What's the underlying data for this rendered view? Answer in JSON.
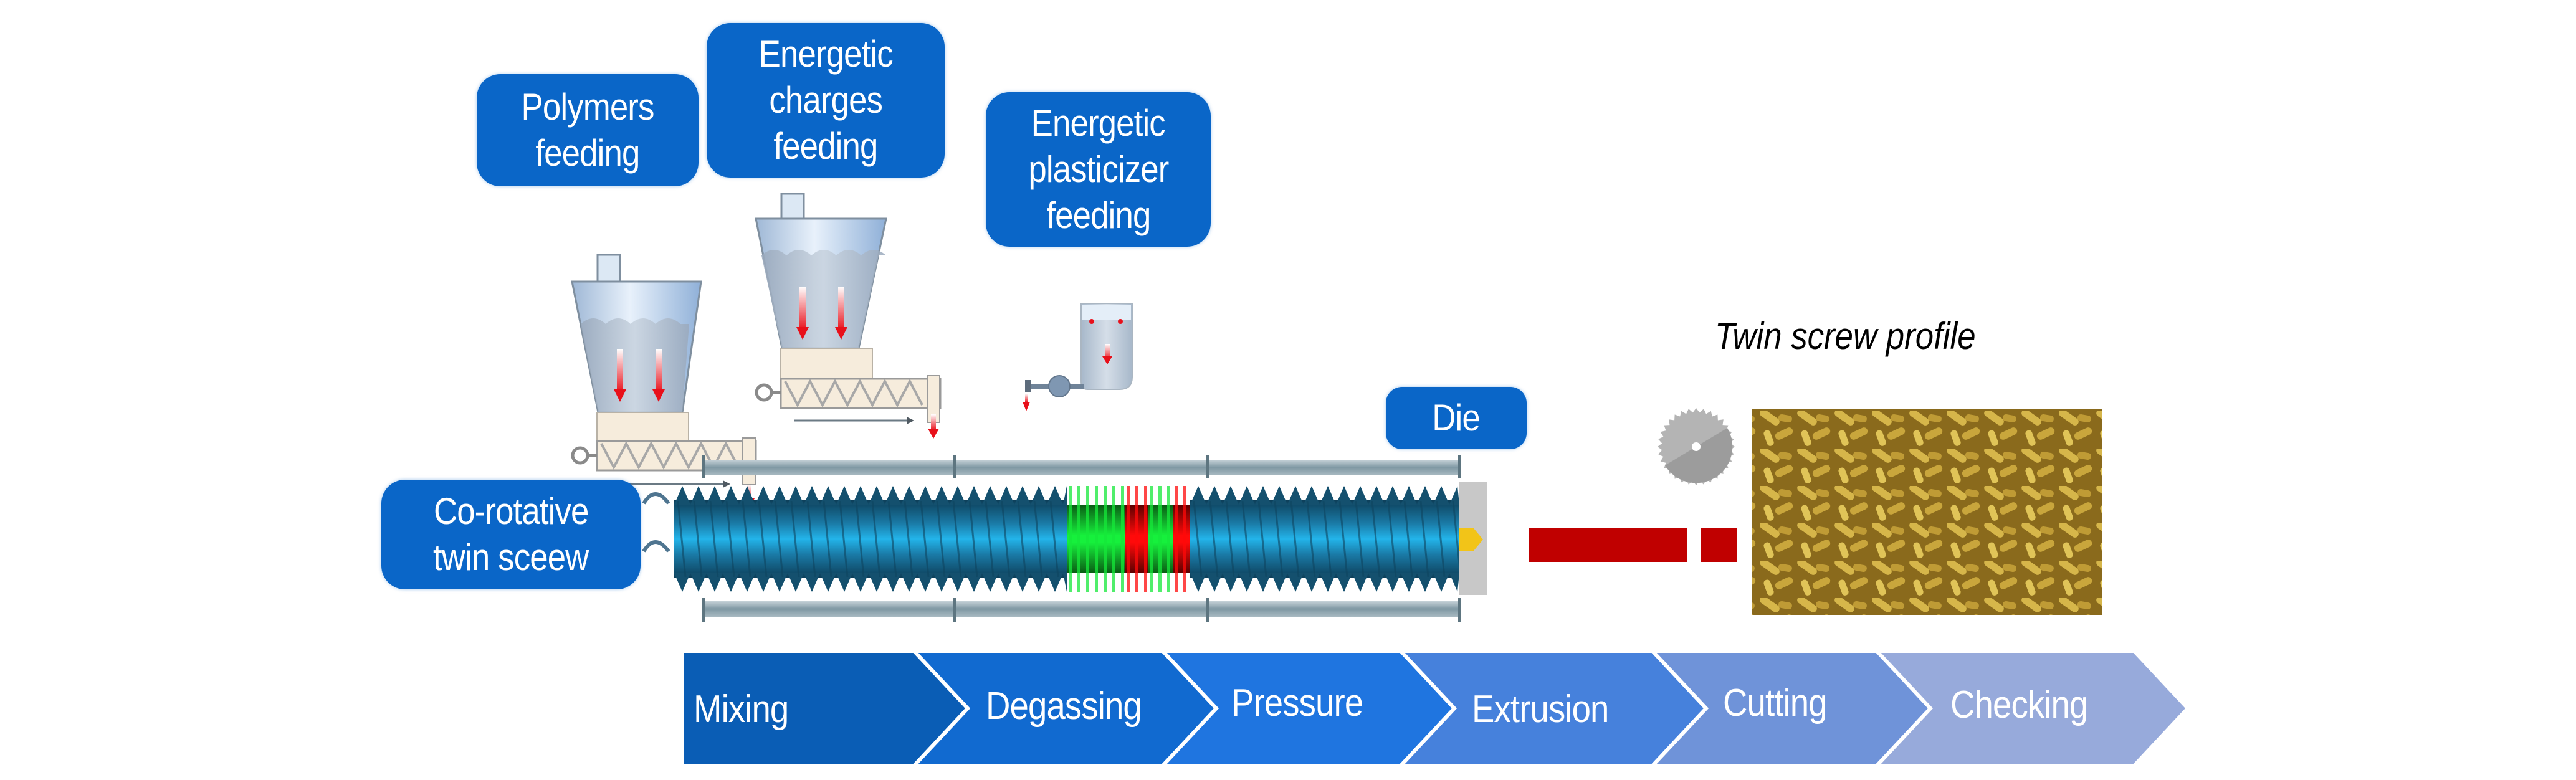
{
  "title": "Twin screw extrusion process",
  "labels": {
    "polymers_feeding": [
      "Polymers",
      "feeding"
    ],
    "energetic_charges_feeding": [
      "Energetic",
      "charges",
      "feeding"
    ],
    "energetic_plasticizer_feeding": [
      "Energetic",
      "plasticizer",
      "feeding"
    ],
    "co_rotative_twin_screw": [
      "Co-rotative",
      "twin sceew"
    ],
    "die": [
      "Die"
    ]
  },
  "caption": "Twin screw profile",
  "process_steps": [
    {
      "label": "Mixing",
      "color": "#0a5db5"
    },
    {
      "label": "Degassing",
      "color": "#116ad0"
    },
    {
      "label": "Pressure",
      "color": "#1f75e0"
    },
    {
      "label": "Extrusion",
      "color": "#4681dc"
    },
    {
      "label": "Cutting",
      "color": "#6f93d9"
    },
    {
      "label": "Checking",
      "color": "#97aadb"
    }
  ],
  "screw_profile": {
    "segments": [
      "conveying",
      "kneading",
      "reverse",
      "kneading",
      "reverse",
      "conveying"
    ],
    "colors": {
      "conveying": "#1a7fa8",
      "kneading": "#16e83a",
      "reverse": "#ff0a0a"
    }
  },
  "colors": {
    "label_box": "#0a66c8",
    "extrudate": "#c00000",
    "barrel": "#8fa6b0",
    "die_plate": "#c8c8c8",
    "die_nozzle": "#f2c418",
    "pellets": "#b8962e"
  }
}
